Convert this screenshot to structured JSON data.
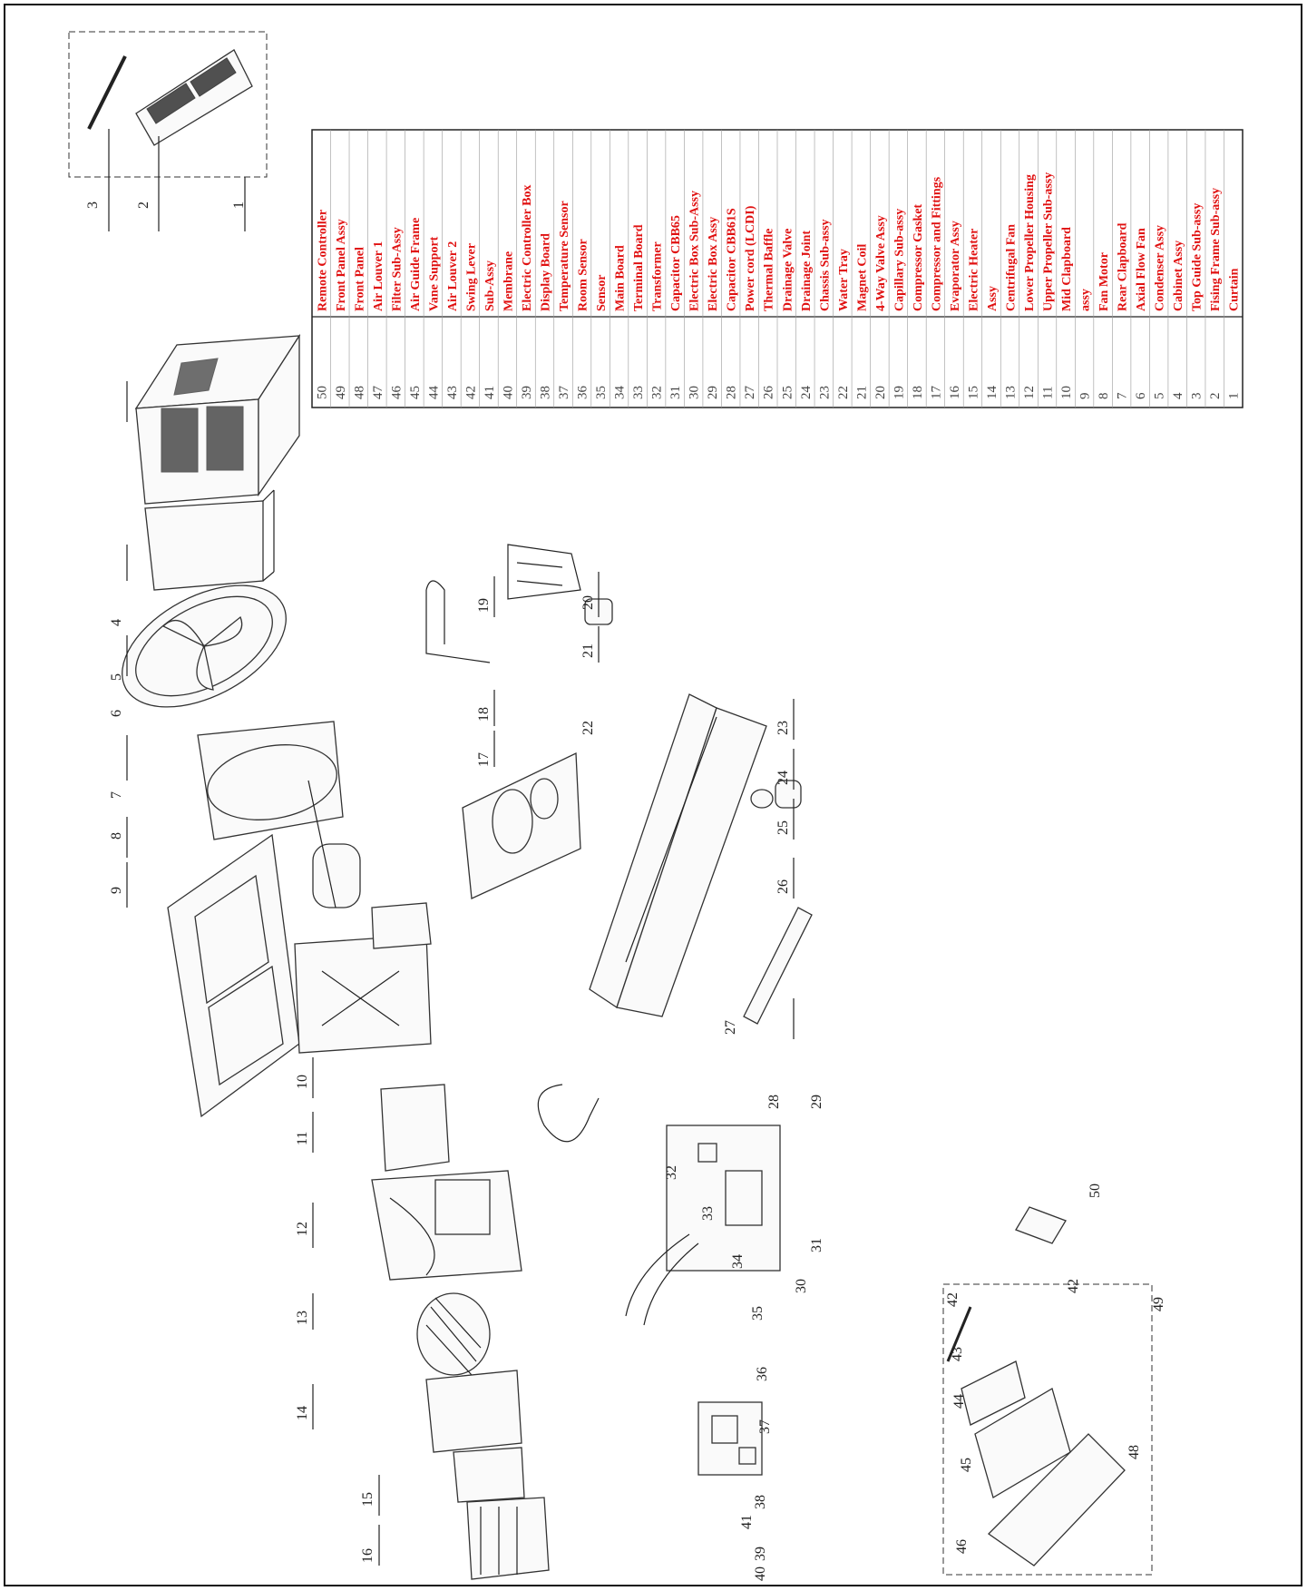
{
  "parts_table": [
    {
      "no": "50",
      "name": "Remote Controller"
    },
    {
      "no": "49",
      "name": "Front Panel Assy"
    },
    {
      "no": "48",
      "name": "Front Panel"
    },
    {
      "no": "47",
      "name": "Air Louver 1"
    },
    {
      "no": "46",
      "name": "Filter Sub-Assy"
    },
    {
      "no": "45",
      "name": "Air Guide Frame"
    },
    {
      "no": "44",
      "name": "Vane Support"
    },
    {
      "no": "43",
      "name": "Air Louver 2"
    },
    {
      "no": "42",
      "name": "Swing Lever"
    },
    {
      "no": "41",
      "name": "Sub-Assy"
    },
    {
      "no": "40",
      "name": "Membrane"
    },
    {
      "no": "39",
      "name": "Electric Controller Box"
    },
    {
      "no": "38",
      "name": "Display Board"
    },
    {
      "no": "37",
      "name": "Temperature Sensor"
    },
    {
      "no": "36",
      "name": "Room Sensor"
    },
    {
      "no": "35",
      "name": "Sensor"
    },
    {
      "no": "34",
      "name": "Main Board"
    },
    {
      "no": "33",
      "name": "Terminal Board"
    },
    {
      "no": "32",
      "name": "Transformer"
    },
    {
      "no": "31",
      "name": "Capacitor CBB65"
    },
    {
      "no": "30",
      "name": "Electric Box Sub-Assy"
    },
    {
      "no": "29",
      "name": "Electric Box Assy"
    },
    {
      "no": "28",
      "name": "Capacitor CBB61S"
    },
    {
      "no": "27",
      "name": "Power cord (LCDI)"
    },
    {
      "no": "26",
      "name": "Thermal Baffle"
    },
    {
      "no": "25",
      "name": "Drainage Valve"
    },
    {
      "no": "24",
      "name": "Drainage Joint"
    },
    {
      "no": "23",
      "name": "Chassis Sub-assy"
    },
    {
      "no": "22",
      "name": "Water Tray"
    },
    {
      "no": "21",
      "name": "Magnet Coil"
    },
    {
      "no": "20",
      "name": "4-Way Valve Assy"
    },
    {
      "no": "19",
      "name": "Capillary Sub-assy"
    },
    {
      "no": "18",
      "name": "Compressor Gasket"
    },
    {
      "no": "17",
      "name": "Compressor and Fittings"
    },
    {
      "no": "16",
      "name": "Evaporator Assy"
    },
    {
      "no": "15",
      "name": "Electric Heater"
    },
    {
      "no": "14",
      "name": "Assy"
    },
    {
      "no": "13",
      "name": "Centrifugal Fan"
    },
    {
      "no": "12",
      "name": "Lower Propeller Housing"
    },
    {
      "no": "11",
      "name": "Upper Propeller Sub-assy"
    },
    {
      "no": "10",
      "name": "Mid Clapboard"
    },
    {
      "no": "9",
      "name": "assy"
    },
    {
      "no": "8",
      "name": "Fan Motor"
    },
    {
      "no": "7",
      "name": "Rear Clapboard"
    },
    {
      "no": "6",
      "name": "Axial Flow Fan"
    },
    {
      "no": "5",
      "name": "Condenser Assy"
    },
    {
      "no": "4",
      "name": "Cabinet Assy"
    },
    {
      "no": "3",
      "name": "Top Guide Sub-assy"
    },
    {
      "no": "2",
      "name": "Fising Frame Sub-assy"
    },
    {
      "no": "1",
      "name": "Curtain"
    }
  ],
  "callouts": {
    "c1": "1",
    "c2": "2",
    "c3": "3",
    "c4": "4",
    "c5": "5",
    "c6": "6",
    "c7": "7",
    "c8": "8",
    "c9": "9",
    "c10": "10",
    "c11": "11",
    "c12": "12",
    "c13": "13",
    "c14": "14",
    "c15": "15",
    "c16": "16",
    "c17": "17",
    "c18": "18",
    "c19": "19",
    "c20": "20",
    "c21": "21",
    "c22": "22",
    "c23": "23",
    "c24": "24",
    "c25": "25",
    "c26": "26",
    "c27": "27",
    "c28": "28",
    "c29": "29",
    "c30": "30",
    "c31": "31",
    "c32": "32",
    "c33": "33",
    "c34": "34",
    "c35": "35",
    "c36": "36",
    "c37": "37",
    "c38": "38",
    "c39": "39",
    "c40": "40",
    "c41": "41",
    "c42a": "42",
    "c42b": "42",
    "c43": "43",
    "c44": "44",
    "c45": "45",
    "c46": "46",
    "c48": "48",
    "c49": "49",
    "c50": "50"
  },
  "colors": {
    "table_text": "#e01010",
    "ink": "#222222",
    "background": "#ffffff"
  }
}
